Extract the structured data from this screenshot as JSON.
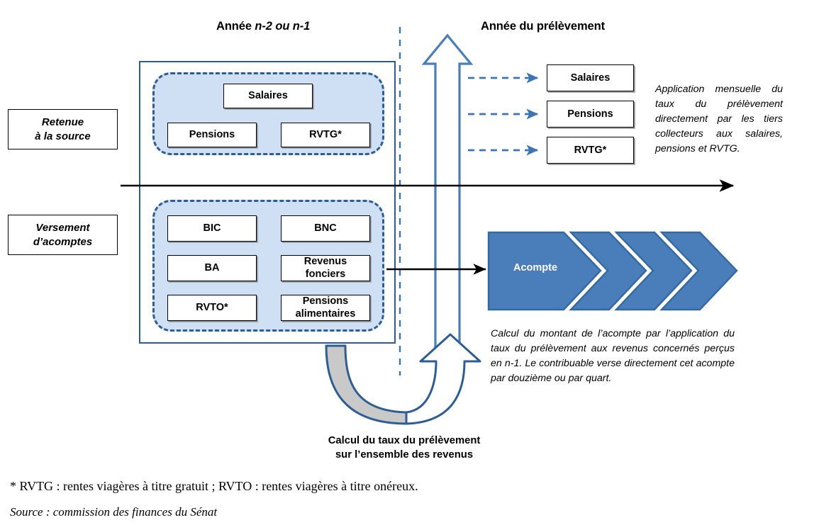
{
  "headers": {
    "left": {
      "prefix": "Année ",
      "emph": "n-2 ou n-1"
    },
    "right": "Année du prélèvement"
  },
  "categories": [
    {
      "id": "retenue",
      "line1": "Retenue",
      "line2": "à la source"
    },
    {
      "id": "versement",
      "line1": "Versement",
      "line2": "d’acomptes"
    }
  ],
  "groups": {
    "withholding": {
      "items": [
        {
          "id": "salaires",
          "label": "Salaires"
        },
        {
          "id": "pensions",
          "label": "Pensions"
        },
        {
          "id": "rvtg",
          "label": "RVTG*"
        }
      ]
    },
    "installments": {
      "items": [
        {
          "id": "bic",
          "label": "BIC"
        },
        {
          "id": "bnc",
          "label": "BNC"
        },
        {
          "id": "ba",
          "label": "BA"
        },
        {
          "id": "revenus-fonciers",
          "line1": "Revenus",
          "line2": "fonciers"
        },
        {
          "id": "rvto",
          "label": "RVTO*"
        },
        {
          "id": "pensions-alimentaires",
          "line1": "Pensions",
          "line2": "alimentaires"
        }
      ]
    }
  },
  "targets": [
    {
      "id": "salaires",
      "label": "Salaires"
    },
    {
      "id": "pensions",
      "label": "Pensions"
    },
    {
      "id": "rvtg",
      "label": "RVTG*"
    }
  ],
  "notes": {
    "withholding": "Application mensuelle du taux du prélèvement directement par les tiers collecteurs aux salaires, pensions et RVTG.",
    "installments": "Calcul du montant de l’acompte par l’application du taux du prélèvement aux revenus concernés perçus en n-1. Le contribuable verse directement cet acompte par douzième ou par quart."
  },
  "chevron": {
    "label": "Acompte",
    "count": 4
  },
  "caption": {
    "line1": "Calcul du taux du prélèvement",
    "line2": "sur l’ensemble des revenus"
  },
  "footnotes": {
    "legend": "* RVTG : rentes viagères à titre gratuit ; RVTO : rentes viagères à titre onéreux.",
    "source": "Source : commission des finances du Sénat"
  },
  "colors": {
    "frame_blue": "#2e5d96",
    "group_fill": "#cfe0f5",
    "chevron_blue": "#4a7ebb",
    "chevron_stroke": "#2e5d96",
    "dashed_arrow": "#3c74b4",
    "curved_fill_gray": "#c9c9c9",
    "black": "#000000"
  }
}
